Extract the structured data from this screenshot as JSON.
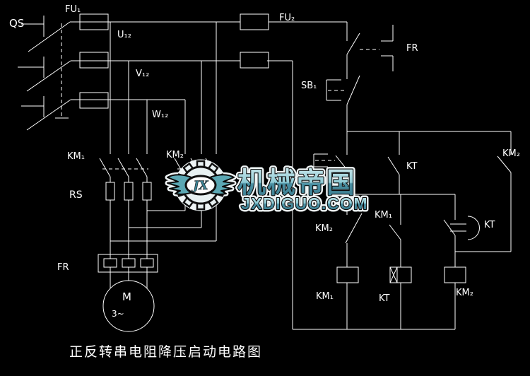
{
  "diagram": {
    "caption": "正反转串电阻降压启动电路图",
    "labels": {
      "qs": "QS",
      "fu1": "FU₁",
      "fu2": "FU₂",
      "u12": "U₁₂",
      "v12": "V₁₂",
      "w12": "W₁₂",
      "km1_power": "KM₁",
      "km2_power": "KM₂",
      "rs": "RS",
      "fr_power": "FR",
      "motor_m": "M",
      "motor_ph": "3~",
      "fr_ctrl": "FR",
      "sb1": "SB₁",
      "kt_no": "KT",
      "km2_top": "KM₂",
      "km2_nc": "KM₂",
      "km1_aux": "KM₁",
      "kt_delay": "KT",
      "km1_coil": "KM₁",
      "kt_coil": "KT",
      "km2_coil": "KM₂"
    },
    "wire_color": "#ffffff",
    "background": "#000000"
  },
  "watermark": {
    "brand": "机械帝国",
    "domain": "JXDIGUO.COM",
    "monogram": "JX",
    "accent_light": "#9ed2da",
    "accent_dark": "#3d7f93"
  }
}
